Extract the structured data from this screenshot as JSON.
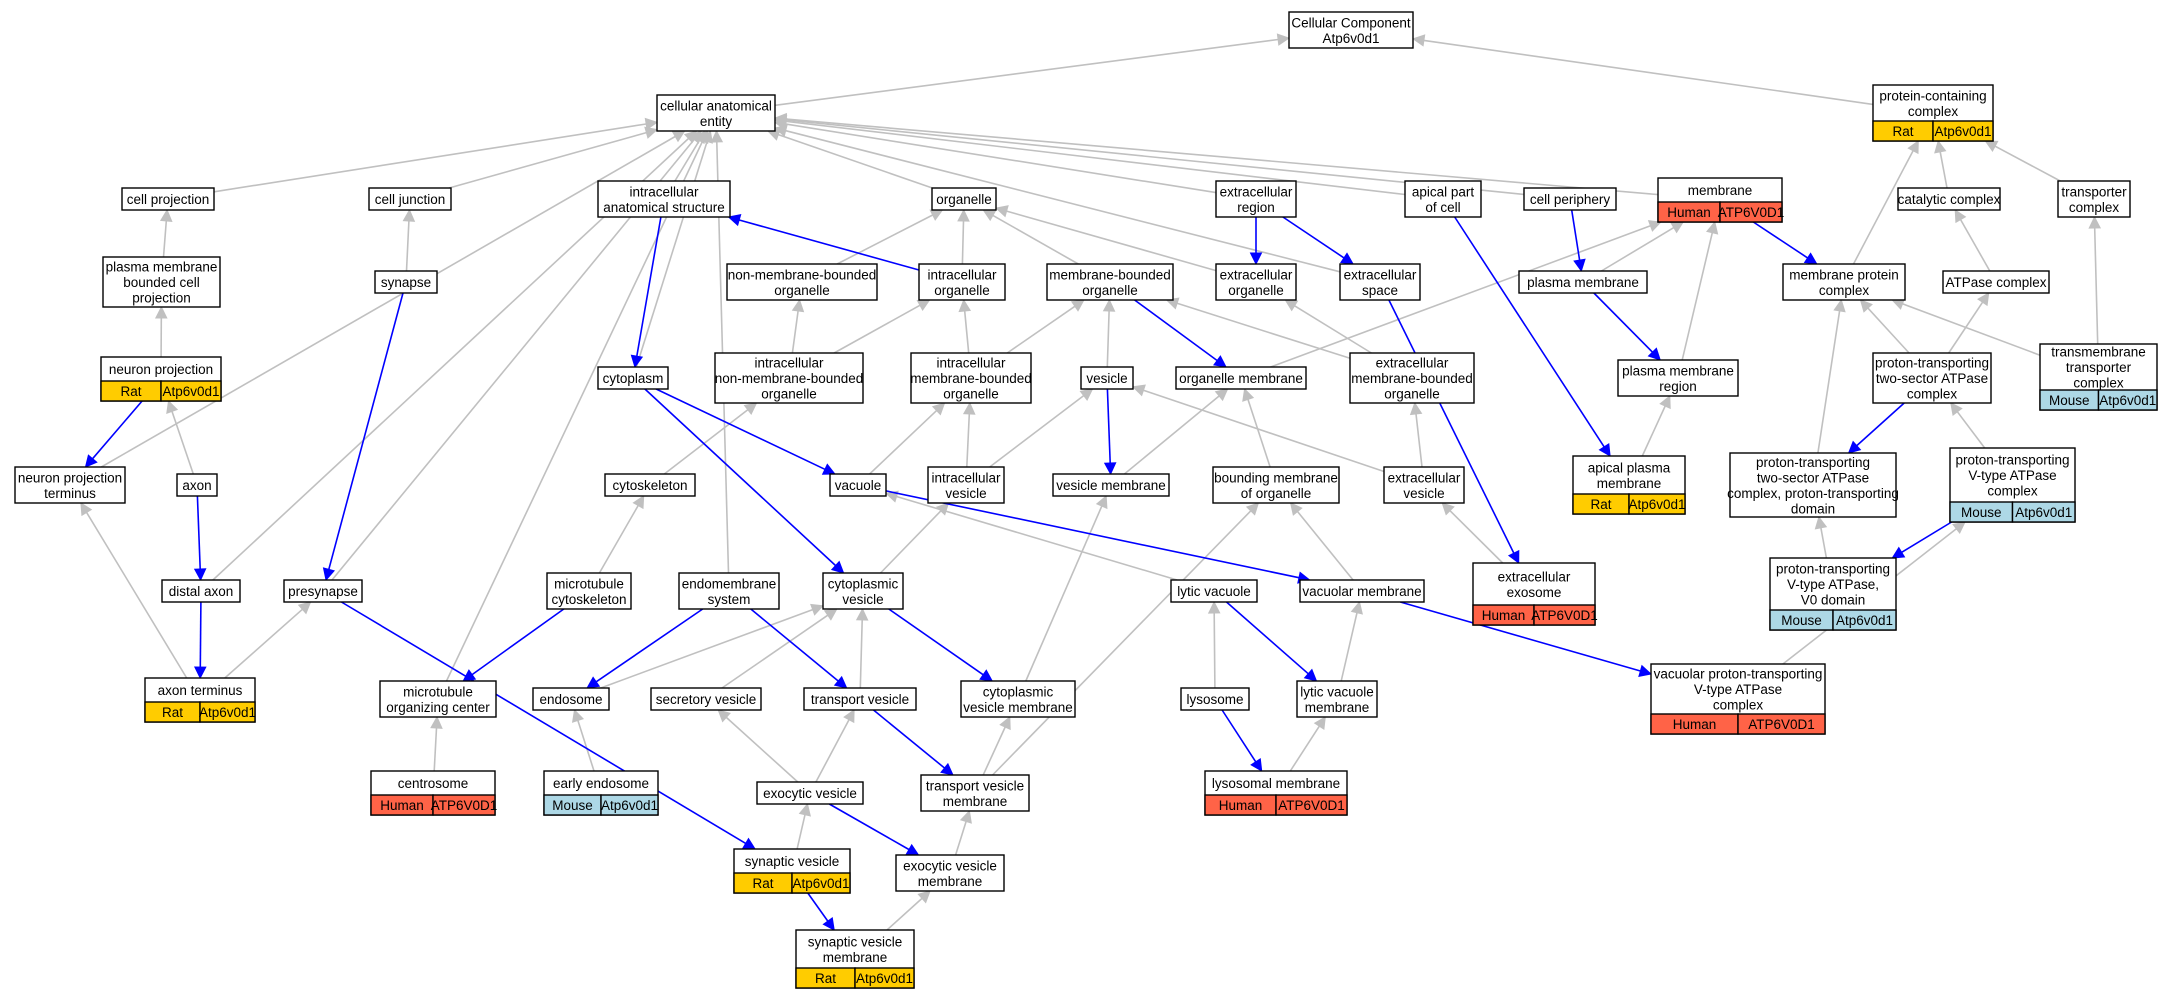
{
  "colors": {
    "rat": "#ffcc00",
    "human": "#ff6347",
    "mouse": "#add8e6",
    "is_a_edge": "#c0c0c0",
    "part_of_edge": "#0000ff"
  },
  "nodes": [
    {
      "id": "root",
      "lines": [
        "Cellular Component",
        "Atp6v0d1"
      ]
    },
    {
      "id": "cae",
      "lines": [
        "cellular anatomical",
        "entity"
      ]
    },
    {
      "id": "pcc",
      "lines": [
        "protein-containing",
        "complex"
      ],
      "ann": [
        {
          "species": "Rat",
          "gene": "Atp6v0d1"
        }
      ]
    },
    {
      "id": "cellproj",
      "lines": [
        "cell projection"
      ]
    },
    {
      "id": "celljunc",
      "lines": [
        "cell junction"
      ]
    },
    {
      "id": "ias",
      "lines": [
        "intracellular",
        "anatomical structure"
      ]
    },
    {
      "id": "organelle",
      "lines": [
        "organelle"
      ]
    },
    {
      "id": "exreg",
      "lines": [
        "extracellular",
        "region"
      ]
    },
    {
      "id": "apical",
      "lines": [
        "apical part",
        "of cell"
      ]
    },
    {
      "id": "periph",
      "lines": [
        "cell periphery"
      ]
    },
    {
      "id": "membrane",
      "lines": [
        "membrane"
      ],
      "ann": [
        {
          "species": "Human",
          "gene": "ATP6V0D1"
        }
      ]
    },
    {
      "id": "catcx",
      "lines": [
        "catalytic complex"
      ]
    },
    {
      "id": "transpcx",
      "lines": [
        "transporter",
        "complex"
      ]
    },
    {
      "id": "pmbcp",
      "lines": [
        "plasma membrane",
        "bounded cell",
        "projection"
      ]
    },
    {
      "id": "synapse",
      "lines": [
        "synapse"
      ]
    },
    {
      "id": "nmbo",
      "lines": [
        "non-membrane-bounded",
        "organelle"
      ]
    },
    {
      "id": "io",
      "lines": [
        "intracellular",
        "organelle"
      ]
    },
    {
      "id": "mbo",
      "lines": [
        "membrane-bounded",
        "organelle"
      ]
    },
    {
      "id": "exorg",
      "lines": [
        "extracellular",
        "organelle"
      ]
    },
    {
      "id": "exspace",
      "lines": [
        "extracellular",
        "space"
      ]
    },
    {
      "id": "pm",
      "lines": [
        "plasma membrane"
      ]
    },
    {
      "id": "mpc",
      "lines": [
        "membrane protein",
        "complex"
      ]
    },
    {
      "id": "atpasecx",
      "lines": [
        "ATPase complex"
      ]
    },
    {
      "id": "neuproj",
      "lines": [
        "neuron projection"
      ],
      "ann": [
        {
          "species": "Rat",
          "gene": "Atp6v0d1"
        }
      ]
    },
    {
      "id": "cytoplasm",
      "lines": [
        "cytoplasm"
      ]
    },
    {
      "id": "inmbo",
      "lines": [
        "intracellular",
        "non-membrane-bounded",
        "organelle"
      ]
    },
    {
      "id": "imbo",
      "lines": [
        "intracellular",
        "membrane-bounded",
        "organelle"
      ]
    },
    {
      "id": "vesicle",
      "lines": [
        "vesicle"
      ]
    },
    {
      "id": "orgmem",
      "lines": [
        "organelle membrane"
      ]
    },
    {
      "id": "exmbo",
      "lines": [
        "extracellular",
        "membrane-bounded",
        "organelle"
      ]
    },
    {
      "id": "pmreg",
      "lines": [
        "plasma membrane",
        "region"
      ]
    },
    {
      "id": "pt2s",
      "lines": [
        "proton-transporting",
        "two-sector ATPase",
        "complex"
      ]
    },
    {
      "id": "tmtc",
      "lines": [
        "transmembrane",
        "transporter",
        "complex"
      ],
      "ann": [
        {
          "species": "Mouse",
          "gene": "Atp6v0d1"
        }
      ]
    },
    {
      "id": "npterm",
      "lines": [
        "neuron projection",
        "terminus"
      ]
    },
    {
      "id": "axon",
      "lines": [
        "axon"
      ]
    },
    {
      "id": "cytoskel",
      "lines": [
        "cytoskeleton"
      ]
    },
    {
      "id": "vacuole",
      "lines": [
        "vacuole"
      ]
    },
    {
      "id": "ivesicle",
      "lines": [
        "intracellular",
        "vesicle"
      ]
    },
    {
      "id": "vesmem",
      "lines": [
        "vesicle membrane"
      ]
    },
    {
      "id": "bmo",
      "lines": [
        "bounding membrane",
        "of organelle"
      ]
    },
    {
      "id": "exves",
      "lines": [
        "extracellular",
        "vesicle"
      ]
    },
    {
      "id": "apm",
      "lines": [
        "apical plasma",
        "membrane"
      ],
      "ann": [
        {
          "species": "Rat",
          "gene": "Atp6v0d1"
        }
      ]
    },
    {
      "id": "ptdom",
      "lines": [
        "proton-transporting",
        "two-sector ATPase",
        "complex, proton-transporting",
        "domain"
      ]
    },
    {
      "id": "ptvatp",
      "lines": [
        "proton-transporting",
        "V-type ATPase",
        "complex"
      ],
      "ann": [
        {
          "species": "Mouse",
          "gene": "Atp6v0d1"
        }
      ]
    },
    {
      "id": "distaxon",
      "lines": [
        "distal axon"
      ]
    },
    {
      "id": "presyn",
      "lines": [
        "presynapse"
      ]
    },
    {
      "id": "mtcyto",
      "lines": [
        "microtubule",
        "cytoskeleton"
      ]
    },
    {
      "id": "endomem",
      "lines": [
        "endomembrane",
        "system"
      ]
    },
    {
      "id": "cytoves",
      "lines": [
        "cytoplasmic",
        "vesicle"
      ]
    },
    {
      "id": "lytvac",
      "lines": [
        "lytic vacuole"
      ]
    },
    {
      "id": "vacmem",
      "lines": [
        "vacuolar membrane"
      ]
    },
    {
      "id": "exosome",
      "lines": [
        "extracellular",
        "exosome"
      ],
      "ann": [
        {
          "species": "Human",
          "gene": "ATP6V0D1"
        }
      ]
    },
    {
      "id": "v0dom",
      "lines": [
        "proton-transporting",
        "V-type ATPase,",
        "V0 domain"
      ],
      "ann": [
        {
          "species": "Mouse",
          "gene": "Atp6v0d1"
        }
      ]
    },
    {
      "id": "axterm",
      "lines": [
        "axon terminus"
      ],
      "ann": [
        {
          "species": "Rat",
          "gene": "Atp6v0d1"
        }
      ]
    },
    {
      "id": "mtoc",
      "lines": [
        "microtubule",
        "organizing center"
      ]
    },
    {
      "id": "endosome",
      "lines": [
        "endosome"
      ]
    },
    {
      "id": "secves",
      "lines": [
        "secretory vesicle"
      ]
    },
    {
      "id": "transves",
      "lines": [
        "transport vesicle"
      ]
    },
    {
      "id": "cvm",
      "lines": [
        "cytoplasmic",
        "vesicle membrane"
      ]
    },
    {
      "id": "lysosome",
      "lines": [
        "lysosome"
      ]
    },
    {
      "id": "lvm",
      "lines": [
        "lytic vacuole",
        "membrane"
      ]
    },
    {
      "id": "vptvatp",
      "lines": [
        "vacuolar proton-transporting",
        "V-type ATPase",
        "complex"
      ],
      "ann": [
        {
          "species": "Human",
          "gene": "ATP6V0D1"
        }
      ]
    },
    {
      "id": "centrosome",
      "lines": [
        "centrosome"
      ],
      "ann": [
        {
          "species": "Human",
          "gene": "ATP6V0D1"
        }
      ]
    },
    {
      "id": "earlyend",
      "lines": [
        "early endosome"
      ],
      "ann": [
        {
          "species": "Mouse",
          "gene": "Atp6v0d1"
        }
      ]
    },
    {
      "id": "exoves",
      "lines": [
        "exocytic vesicle"
      ]
    },
    {
      "id": "tvm",
      "lines": [
        "transport vesicle",
        "membrane"
      ]
    },
    {
      "id": "lysmem",
      "lines": [
        "lysosomal membrane"
      ],
      "ann": [
        {
          "species": "Human",
          "gene": "ATP6V0D1"
        }
      ]
    },
    {
      "id": "synves",
      "lines": [
        "synaptic vesicle"
      ],
      "ann": [
        {
          "species": "Rat",
          "gene": "Atp6v0d1"
        }
      ]
    },
    {
      "id": "exovm",
      "lines": [
        "exocytic vesicle",
        "membrane"
      ]
    },
    {
      "id": "svm",
      "lines": [
        "synaptic vesicle",
        "membrane"
      ],
      "ann": [
        {
          "species": "Rat",
          "gene": "Atp6v0d1"
        }
      ]
    }
  ],
  "edges": [
    {
      "from": "cae",
      "to": "root",
      "type": "is_a"
    },
    {
      "from": "pcc",
      "to": "root",
      "type": "is_a"
    },
    {
      "from": "cellproj",
      "to": "cae",
      "type": "is_a"
    },
    {
      "from": "celljunc",
      "to": "cae",
      "type": "is_a"
    },
    {
      "from": "ias",
      "to": "cae",
      "type": "is_a"
    },
    {
      "from": "organelle",
      "to": "cae",
      "type": "is_a"
    },
    {
      "from": "exreg",
      "to": "cae",
      "type": "is_a"
    },
    {
      "from": "apical",
      "to": "cae",
      "type": "is_a"
    },
    {
      "from": "periph",
      "to": "cae",
      "type": "is_a"
    },
    {
      "from": "membrane",
      "to": "cae",
      "type": "is_a"
    },
    {
      "from": "npterm",
      "to": "cae",
      "type": "is_a"
    },
    {
      "from": "distaxon",
      "to": "cae",
      "type": "is_a"
    },
    {
      "from": "presyn",
      "to": "cae",
      "type": "is_a"
    },
    {
      "from": "mtoc",
      "to": "cae",
      "type": "is_a"
    },
    {
      "from": "endomem",
      "to": "cae",
      "type": "is_a"
    },
    {
      "from": "cytoplasm",
      "to": "cae",
      "type": "is_a"
    },
    {
      "from": "exspace",
      "to": "cae",
      "type": "is_a"
    },
    {
      "from": "catcx",
      "to": "pcc",
      "type": "is_a"
    },
    {
      "from": "transpcx",
      "to": "pcc",
      "type": "is_a"
    },
    {
      "from": "mpc",
      "to": "pcc",
      "type": "is_a"
    },
    {
      "from": "pmbcp",
      "to": "cellproj",
      "type": "is_a"
    },
    {
      "from": "synapse",
      "to": "celljunc",
      "type": "is_a"
    },
    {
      "from": "nmbo",
      "to": "organelle",
      "type": "is_a"
    },
    {
      "from": "io",
      "to": "organelle",
      "type": "is_a"
    },
    {
      "from": "mbo",
      "to": "organelle",
      "type": "is_a"
    },
    {
      "from": "exorg",
      "to": "organelle",
      "type": "is_a"
    },
    {
      "from": "pm",
      "to": "membrane",
      "type": "is_a"
    },
    {
      "from": "pmreg",
      "to": "membrane",
      "type": "is_a"
    },
    {
      "from": "orgmem",
      "to": "membrane",
      "type": "is_a"
    },
    {
      "from": "atpasecx",
      "to": "catcx",
      "type": "is_a"
    },
    {
      "from": "tmtc",
      "to": "transpcx",
      "type": "is_a"
    },
    {
      "from": "neuproj",
      "to": "pmbcp",
      "type": "is_a"
    },
    {
      "from": "inmbo",
      "to": "nmbo",
      "type": "is_a"
    },
    {
      "from": "inmbo",
      "to": "io",
      "type": "is_a"
    },
    {
      "from": "imbo",
      "to": "io",
      "type": "is_a"
    },
    {
      "from": "imbo",
      "to": "mbo",
      "type": "is_a"
    },
    {
      "from": "vesicle",
      "to": "mbo",
      "type": "is_a"
    },
    {
      "from": "exmbo",
      "to": "mbo",
      "type": "is_a"
    },
    {
      "from": "exmbo",
      "to": "exorg",
      "type": "is_a"
    },
    {
      "from": "pt2s",
      "to": "atpasecx",
      "type": "is_a"
    },
    {
      "from": "pt2s",
      "to": "mpc",
      "type": "is_a"
    },
    {
      "from": "tmtc",
      "to": "mpc",
      "type": "is_a"
    },
    {
      "from": "ptdom",
      "to": "mpc",
      "type": "is_a"
    },
    {
      "from": "axon",
      "to": "neuproj",
      "type": "is_a"
    },
    {
      "from": "cytoskel",
      "to": "inmbo",
      "type": "is_a"
    },
    {
      "from": "vacuole",
      "to": "imbo",
      "type": "is_a"
    },
    {
      "from": "ivesicle",
      "to": "imbo",
      "type": "is_a"
    },
    {
      "from": "ivesicle",
      "to": "vesicle",
      "type": "is_a"
    },
    {
      "from": "exves",
      "to": "vesicle",
      "type": "is_a"
    },
    {
      "from": "exves",
      "to": "exmbo",
      "type": "is_a"
    },
    {
      "from": "vesmem",
      "to": "orgmem",
      "type": "is_a"
    },
    {
      "from": "bmo",
      "to": "orgmem",
      "type": "is_a"
    },
    {
      "from": "apm",
      "to": "pmreg",
      "type": "is_a"
    },
    {
      "from": "ptvatp",
      "to": "pt2s",
      "type": "is_a"
    },
    {
      "from": "v0dom",
      "to": "ptdom",
      "type": "is_a"
    },
    {
      "from": "mtcyto",
      "to": "cytoskel",
      "type": "is_a"
    },
    {
      "from": "cytoves",
      "to": "ivesicle",
      "type": "is_a"
    },
    {
      "from": "lytvac",
      "to": "vacuole",
      "type": "is_a"
    },
    {
      "from": "vacmem",
      "to": "bmo",
      "type": "is_a"
    },
    {
      "from": "exosome",
      "to": "exves",
      "type": "is_a"
    },
    {
      "from": "axterm",
      "to": "npterm",
      "type": "is_a"
    },
    {
      "from": "axterm",
      "to": "presyn",
      "type": "is_a"
    },
    {
      "from": "centrosome",
      "to": "mtoc",
      "type": "is_a"
    },
    {
      "from": "endosome",
      "to": "cytoves",
      "type": "is_a"
    },
    {
      "from": "secves",
      "to": "cytoves",
      "type": "is_a"
    },
    {
      "from": "transves",
      "to": "cytoves",
      "type": "is_a"
    },
    {
      "from": "cvm",
      "to": "vesmem",
      "type": "is_a"
    },
    {
      "from": "lysosome",
      "to": "lytvac",
      "type": "is_a"
    },
    {
      "from": "lvm",
      "to": "vacmem",
      "type": "is_a"
    },
    {
      "from": "vptvatp",
      "to": "ptvatp",
      "type": "is_a"
    },
    {
      "from": "earlyend",
      "to": "endosome",
      "type": "is_a"
    },
    {
      "from": "exoves",
      "to": "secves",
      "type": "is_a"
    },
    {
      "from": "exoves",
      "to": "transves",
      "type": "is_a"
    },
    {
      "from": "tvm",
      "to": "cvm",
      "type": "is_a"
    },
    {
      "from": "tvm",
      "to": "bmo",
      "type": "is_a"
    },
    {
      "from": "lysmem",
      "to": "lvm",
      "type": "is_a"
    },
    {
      "from": "synves",
      "to": "exoves",
      "type": "is_a"
    },
    {
      "from": "exovm",
      "to": "tvm",
      "type": "is_a"
    },
    {
      "from": "svm",
      "to": "exovm",
      "type": "is_a"
    },
    {
      "from": "neuproj",
      "to": "npterm",
      "type": "part_of"
    },
    {
      "from": "ias",
      "to": "cytoplasm",
      "type": "part_of"
    },
    {
      "from": "io",
      "to": "ias",
      "type": "part_of"
    },
    {
      "from": "exreg",
      "to": "exorg",
      "type": "part_of"
    },
    {
      "from": "exreg",
      "to": "exspace",
      "type": "part_of"
    },
    {
      "from": "apical",
      "to": "apm",
      "type": "part_of"
    },
    {
      "from": "periph",
      "to": "pm",
      "type": "part_of"
    },
    {
      "from": "membrane",
      "to": "mpc",
      "type": "part_of"
    },
    {
      "from": "synapse",
      "to": "presyn",
      "type": "part_of"
    },
    {
      "from": "mbo",
      "to": "orgmem",
      "type": "part_of"
    },
    {
      "from": "exspace",
      "to": "exosome",
      "type": "part_of"
    },
    {
      "from": "pm",
      "to": "pmreg",
      "type": "part_of"
    },
    {
      "from": "pt2s",
      "to": "ptdom",
      "type": "part_of"
    },
    {
      "from": "cytoplasm",
      "to": "vacuole",
      "type": "part_of"
    },
    {
      "from": "cytoplasm",
      "to": "cytoves",
      "type": "part_of"
    },
    {
      "from": "vesicle",
      "to": "vesmem",
      "type": "part_of"
    },
    {
      "from": "vacuole",
      "to": "vacmem",
      "type": "part_of"
    },
    {
      "from": "ptvatp",
      "to": "v0dom",
      "type": "part_of"
    },
    {
      "from": "axon",
      "to": "distaxon",
      "type": "part_of"
    },
    {
      "from": "distaxon",
      "to": "axterm",
      "type": "part_of"
    },
    {
      "from": "presyn",
      "to": "synves",
      "type": "part_of"
    },
    {
      "from": "mtcyto",
      "to": "mtoc",
      "type": "part_of"
    },
    {
      "from": "endomem",
      "to": "endosome",
      "type": "part_of"
    },
    {
      "from": "endomem",
      "to": "transves",
      "type": "part_of"
    },
    {
      "from": "cytoves",
      "to": "cvm",
      "type": "part_of"
    },
    {
      "from": "lytvac",
      "to": "lvm",
      "type": "part_of"
    },
    {
      "from": "vacmem",
      "to": "vptvatp",
      "type": "part_of"
    },
    {
      "from": "transves",
      "to": "tvm",
      "type": "part_of"
    },
    {
      "from": "lysosome",
      "to": "lysmem",
      "type": "part_of"
    },
    {
      "from": "exoves",
      "to": "exovm",
      "type": "part_of"
    },
    {
      "from": "synves",
      "to": "svm",
      "type": "part_of"
    }
  ]
}
